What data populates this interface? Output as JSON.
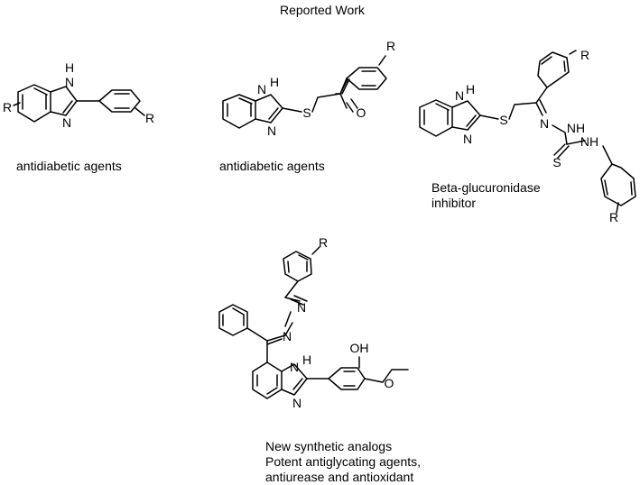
{
  "header": {
    "title": "Reported Work"
  },
  "compounds": [
    {
      "caption_lines": [
        "antidiabetic agents"
      ],
      "atoms": {
        "nh": "H",
        "n1": "N",
        "n2": "N",
        "r1": "R",
        "r2": "R"
      }
    },
    {
      "caption_lines": [
        "antidiabetic agents"
      ],
      "atoms": {
        "h": "H",
        "n1": "N",
        "n2": "N",
        "s": "S",
        "o": "O",
        "r": "R"
      }
    },
    {
      "caption_lines": [
        "Beta-glucuronidase",
        "inhibitor"
      ],
      "atoms": {
        "h": "H",
        "n1": "N",
        "n2": "N",
        "s": "S",
        "n3": "N",
        "nh": "NH",
        "s2": "S",
        "nh2": "NH",
        "r1": "R",
        "r2": "R"
      }
    },
    {
      "caption_lines": [
        "New synthetic analogs",
        "Potent antiglycating agents,",
        "antiurease and antioxidant"
      ],
      "atoms": {
        "r": "R",
        "n1": "N",
        "n2": "N",
        "h": "H",
        "n3": "N",
        "n4": "N",
        "oh": "OH",
        "o": "O"
      }
    }
  ]
}
